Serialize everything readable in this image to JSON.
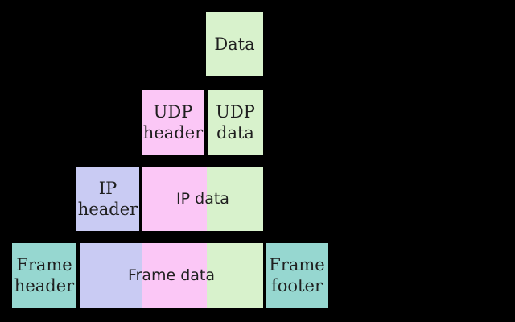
{
  "colors": {
    "background": "#000000",
    "data-green": "#d8f2cc",
    "udp-pink": "#fbc7f6",
    "ip-lavender": "#c9cbf3",
    "frame-teal": "#96d7d0",
    "box-border": "#000000",
    "label-text": "#1f1f1f"
  },
  "boxes": {
    "data": {
      "label": "Data"
    },
    "udp_header": {
      "label": "UDP header"
    },
    "udp_data": {
      "label": "UDP data"
    },
    "ip_header": {
      "label": "IP header"
    },
    "ip_data": {
      "label": "IP data"
    },
    "frame_header": {
      "label": "Frame header"
    },
    "frame_data": {
      "label": "Frame data"
    },
    "frame_footer": {
      "label": "Frame footer"
    }
  }
}
